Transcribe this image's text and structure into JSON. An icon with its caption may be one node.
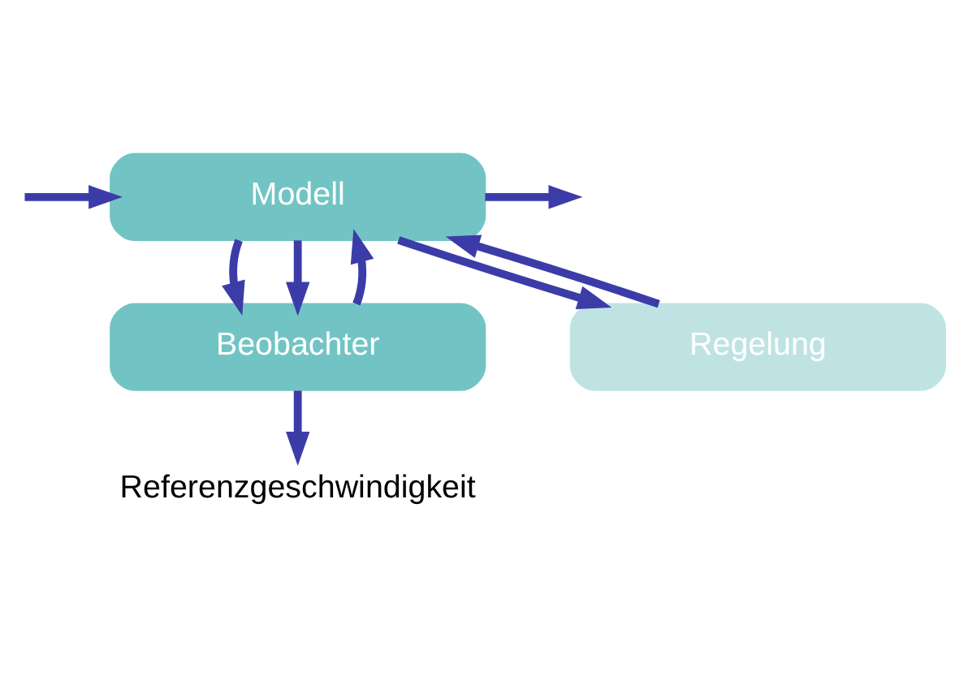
{
  "diagram": {
    "nodes": [
      {
        "text": [
          "Modell"
        ]
      },
      {
        "text": [
          "Beobachter"
        ]
      },
      {
        "text": [
          "Referenzgeschwindigkeit"
        ]
      },
      {
        "text": [
          "Regelung"
        ]
      }
    ],
    "edges": [
      {
        "from": null,
        "to": 0,
        "arrow": "to"
      },
      {
        "from": 0,
        "to": null,
        "arrow": "to"
      },
      {
        "from": 0,
        "to": 1,
        "arrow": "to"
      },
      {
        "from": 1,
        "to": 2,
        "arrow": "to"
      },
      {
        "from": 0,
        "to": 1,
        "arrow": "to"
      },
      {
        "from": 0,
        "to": 3,
        "arrow": "to"
      },
      {
        "from": 1,
        "to": 0,
        "arrow": "to"
      },
      {
        "from": 3,
        "to": 0,
        "arrow": "to"
      }
    ]
  }
}
